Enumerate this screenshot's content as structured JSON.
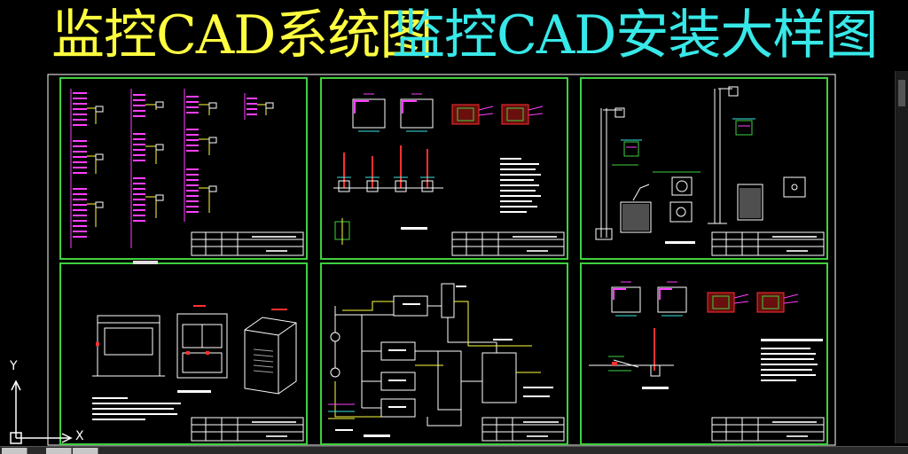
{
  "title": {
    "left": "监控CAD系统图",
    "right": "监控CAD安装大样图",
    "left_color": "#ffff40",
    "right_color": "#38e8e8"
  },
  "ucs": {
    "y_label": "Y",
    "x_label": "X"
  },
  "colors": {
    "background": "#000000",
    "frame": "#3fd13f",
    "sheet_border": "#ffffff",
    "magenta": "#ff40ff",
    "red": "#ff3030",
    "cyan": "#38e8e8",
    "yellow": "#ffff40"
  },
  "sheets": [
    {
      "id": "system-diagram",
      "icon": "wiring-diagram"
    },
    {
      "id": "camera-detail",
      "icon": "camera-mount"
    },
    {
      "id": "pole-detail",
      "icon": "pole-elevation"
    },
    {
      "id": "cabinet-detail",
      "icon": "equipment-cabinet"
    },
    {
      "id": "power-schematic",
      "icon": "schematic"
    },
    {
      "id": "wall-mount-detail",
      "icon": "wall-mount"
    }
  ]
}
